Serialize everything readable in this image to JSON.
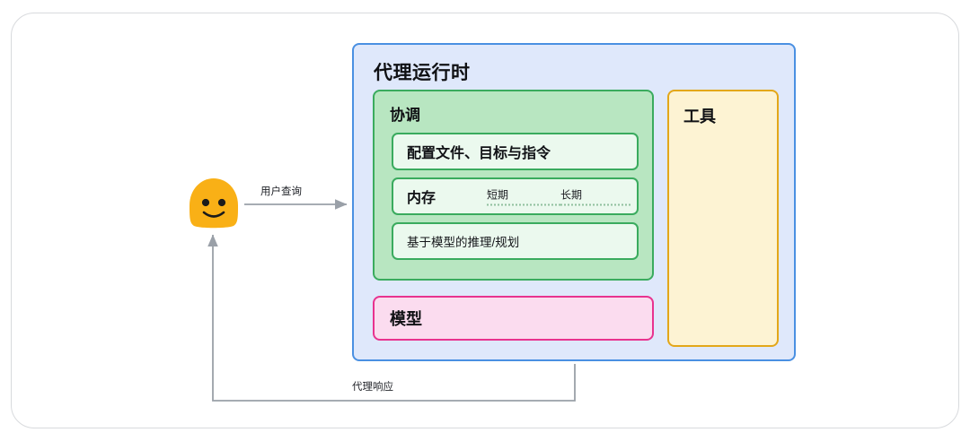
{
  "diagram": {
    "title_zh": "代理运行时",
    "actor": {
      "icon": "smiley-blob-avatar",
      "color": "#f9b016"
    },
    "flows": [
      {
        "name": "user-query",
        "label": "用户查询",
        "direction": "right"
      },
      {
        "name": "agent-response",
        "label": "代理响应",
        "direction": "left"
      }
    ],
    "runtime": {
      "label": "代理运行时",
      "border_color": "#4a90e2",
      "fill_color": "#dfe8fb",
      "orchestration": {
        "label": "协调",
        "border_color": "#3aab5e",
        "fill_color": "#b8e6c1",
        "items": [
          {
            "name": "profile-goals-instructions",
            "label": "配置文件、目标与指令",
            "emphasis": "strong"
          },
          {
            "name": "memory",
            "label": "内存",
            "emphasis": "strong",
            "tags": [
              {
                "name": "short-term",
                "label": "短期"
              },
              {
                "name": "long-term",
                "label": "长期"
              }
            ]
          },
          {
            "name": "model-based-reasoning-planning",
            "label": "基于模型的推理/规划",
            "emphasis": "plain"
          }
        ]
      },
      "model": {
        "label": "模型",
        "border_color": "#e8338f",
        "fill_color": "#fbdcef"
      },
      "tools": {
        "label": "工具",
        "border_color": "#e3a719",
        "fill_color": "#fdf3d3"
      }
    }
  }
}
